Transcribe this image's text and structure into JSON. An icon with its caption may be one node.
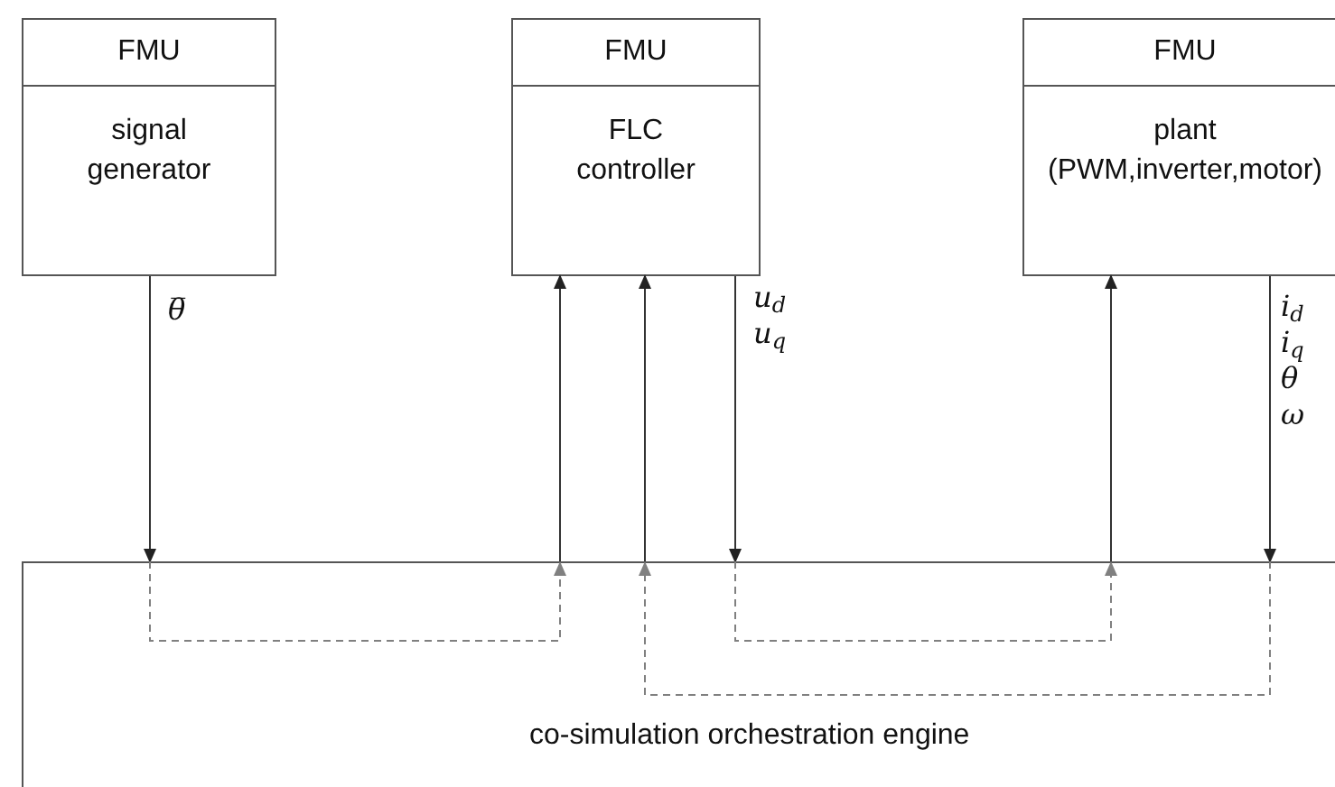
{
  "diagram": {
    "nodes": [
      {
        "text": [
          "FMU",
          "signal generator"
        ]
      },
      {
        "text": [
          "FMU",
          "FLC controller"
        ]
      },
      {
        "text": [
          "FMU",
          "plant (PWM,inverter,motor)"
        ]
      },
      {
        "text": [
          "co-simulation orchestration engine"
        ]
      }
    ],
    "edges": [
      {
        "from": 0,
        "to": 3,
        "arrow": "to",
        "label": "θ̅"
      },
      {
        "from": 3,
        "to": 1,
        "arrow": "to"
      },
      {
        "from": 3,
        "to": 1,
        "arrow": "to"
      },
      {
        "from": 1,
        "to": 3,
        "arrow": "to",
        "label": "u$_{d}$ u$_{q}$"
      },
      {
        "from": 3,
        "to": 2,
        "arrow": "to"
      },
      {
        "from": 2,
        "to": 3,
        "arrow": "to",
        "label": "i$_{d}$ i$_{q}$ θ ω"
      },
      {
        "from": 3,
        "to": 3,
        "arrow": "to",
        "style": "dashed",
        "color": "#808080"
      },
      {
        "from": 3,
        "to": 3,
        "arrow": "to",
        "style": "dashed",
        "color": "#808080"
      },
      {
        "from": 3,
        "to": 3,
        "arrow": "to",
        "style": "dashed",
        "color": "#808080"
      }
    ]
  }
}
